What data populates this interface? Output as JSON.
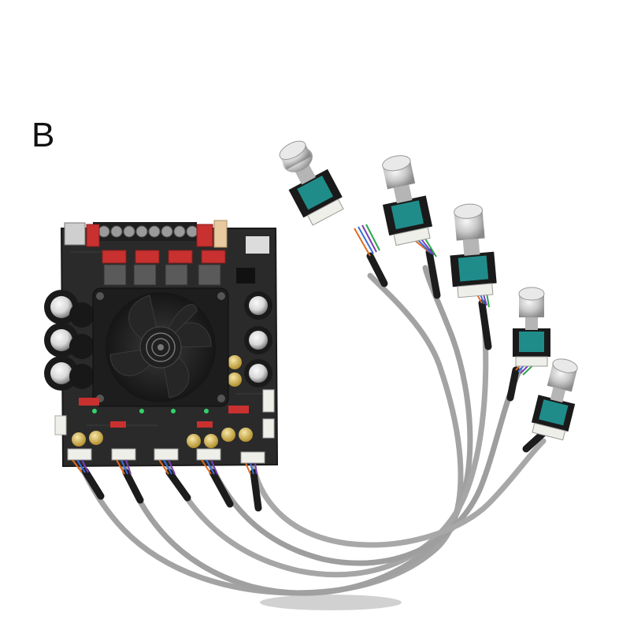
{
  "panel_label": "B",
  "colors": {
    "background": "#ffffff",
    "board": "#2a2a2a",
    "board_edge": "#1a1a1a",
    "capacitor_red": "#c8312f",
    "cable_gray": "#a3a3a3",
    "heat_shrink": "#1c1c1c",
    "knob_metal": "#cfcfcf",
    "pot_teal": "#1f8c8a",
    "connector_white": "#efefe9"
  },
  "objects": {
    "amplifier_board": "amplifier-board",
    "cooling_fan": "cooling-fan",
    "potentiometer_count": 5,
    "board_connector_count": 5
  }
}
